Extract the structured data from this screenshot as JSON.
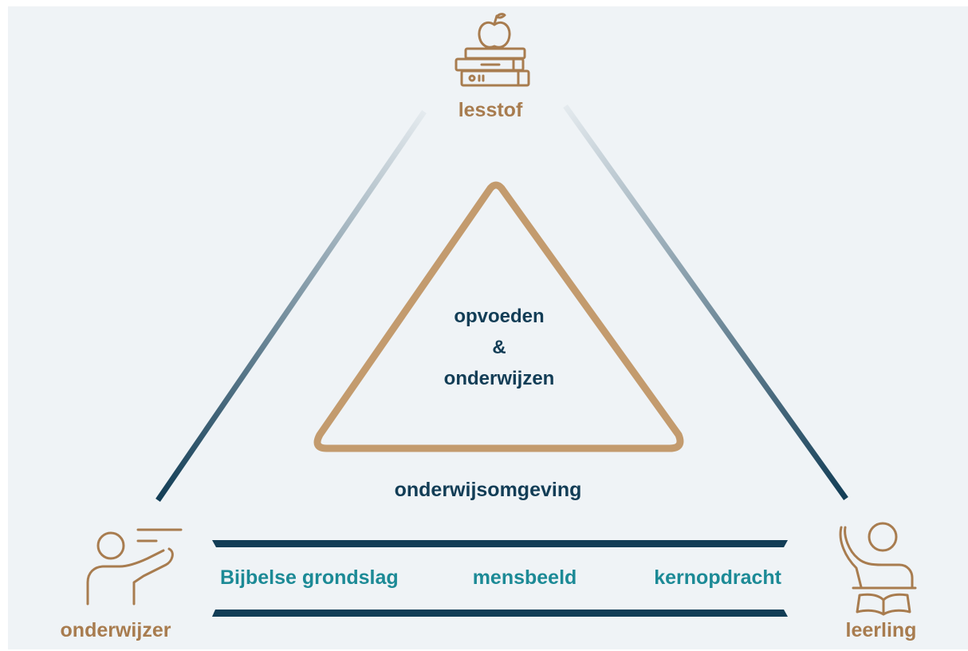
{
  "nodes": {
    "top": "lesstof",
    "left": "onderwijzer",
    "right": "leerling"
  },
  "center": {
    "line1": "opvoeden",
    "line2": "&",
    "line3": "onderwijzen"
  },
  "environment_label": "onderwijsomgeving",
  "foundations": [
    "Bijbelse grondslag",
    "mensbeeld",
    "kernopdracht"
  ],
  "colors": {
    "background": "#eff3f6",
    "brown": "#a87c4f",
    "triangle": "#c39b6e",
    "navy": "#123d56",
    "teal": "#1c8a96"
  },
  "icons": {
    "top": "books-apple-icon",
    "left": "teacher-pointing-icon",
    "right": "student-raising-hand-icon"
  }
}
